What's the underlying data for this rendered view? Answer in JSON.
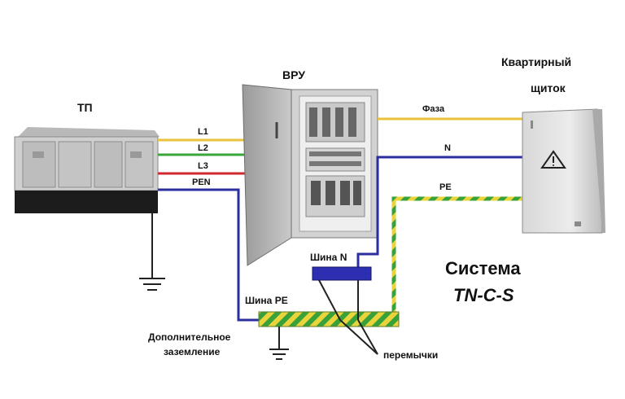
{
  "labels": {
    "tp": "ТП",
    "vru": "ВРУ",
    "flat_panel_line1": "Квартирный",
    "flat_panel_line2": "щиток",
    "l1": "L1",
    "l2": "L2",
    "l3": "L3",
    "pen": "PEN",
    "faza": "Фаза",
    "n": "N",
    "pe": "PE",
    "bus_n": "Шина N",
    "bus_pe": "Шина PE",
    "extra_ground_line1": "Дополнительное",
    "extra_ground_line2": "заземление",
    "jumpers": "перемычки",
    "system_line1": "Система",
    "system_line2": "TN-C-S"
  },
  "colors": {
    "l1": "#e8c23a",
    "l2": "#3aa63a",
    "l3": "#d0282f",
    "pen": "#2b2f9e",
    "n": "#2b2f9e",
    "faza": "#e8c23a",
    "pe_yellow": "#e9d43c",
    "pe_green": "#39a13a",
    "bus_n": "#2b2fb0"
  },
  "icons": {
    "warning": "warning-triangle-icon",
    "ground": "ground-symbol-icon"
  }
}
